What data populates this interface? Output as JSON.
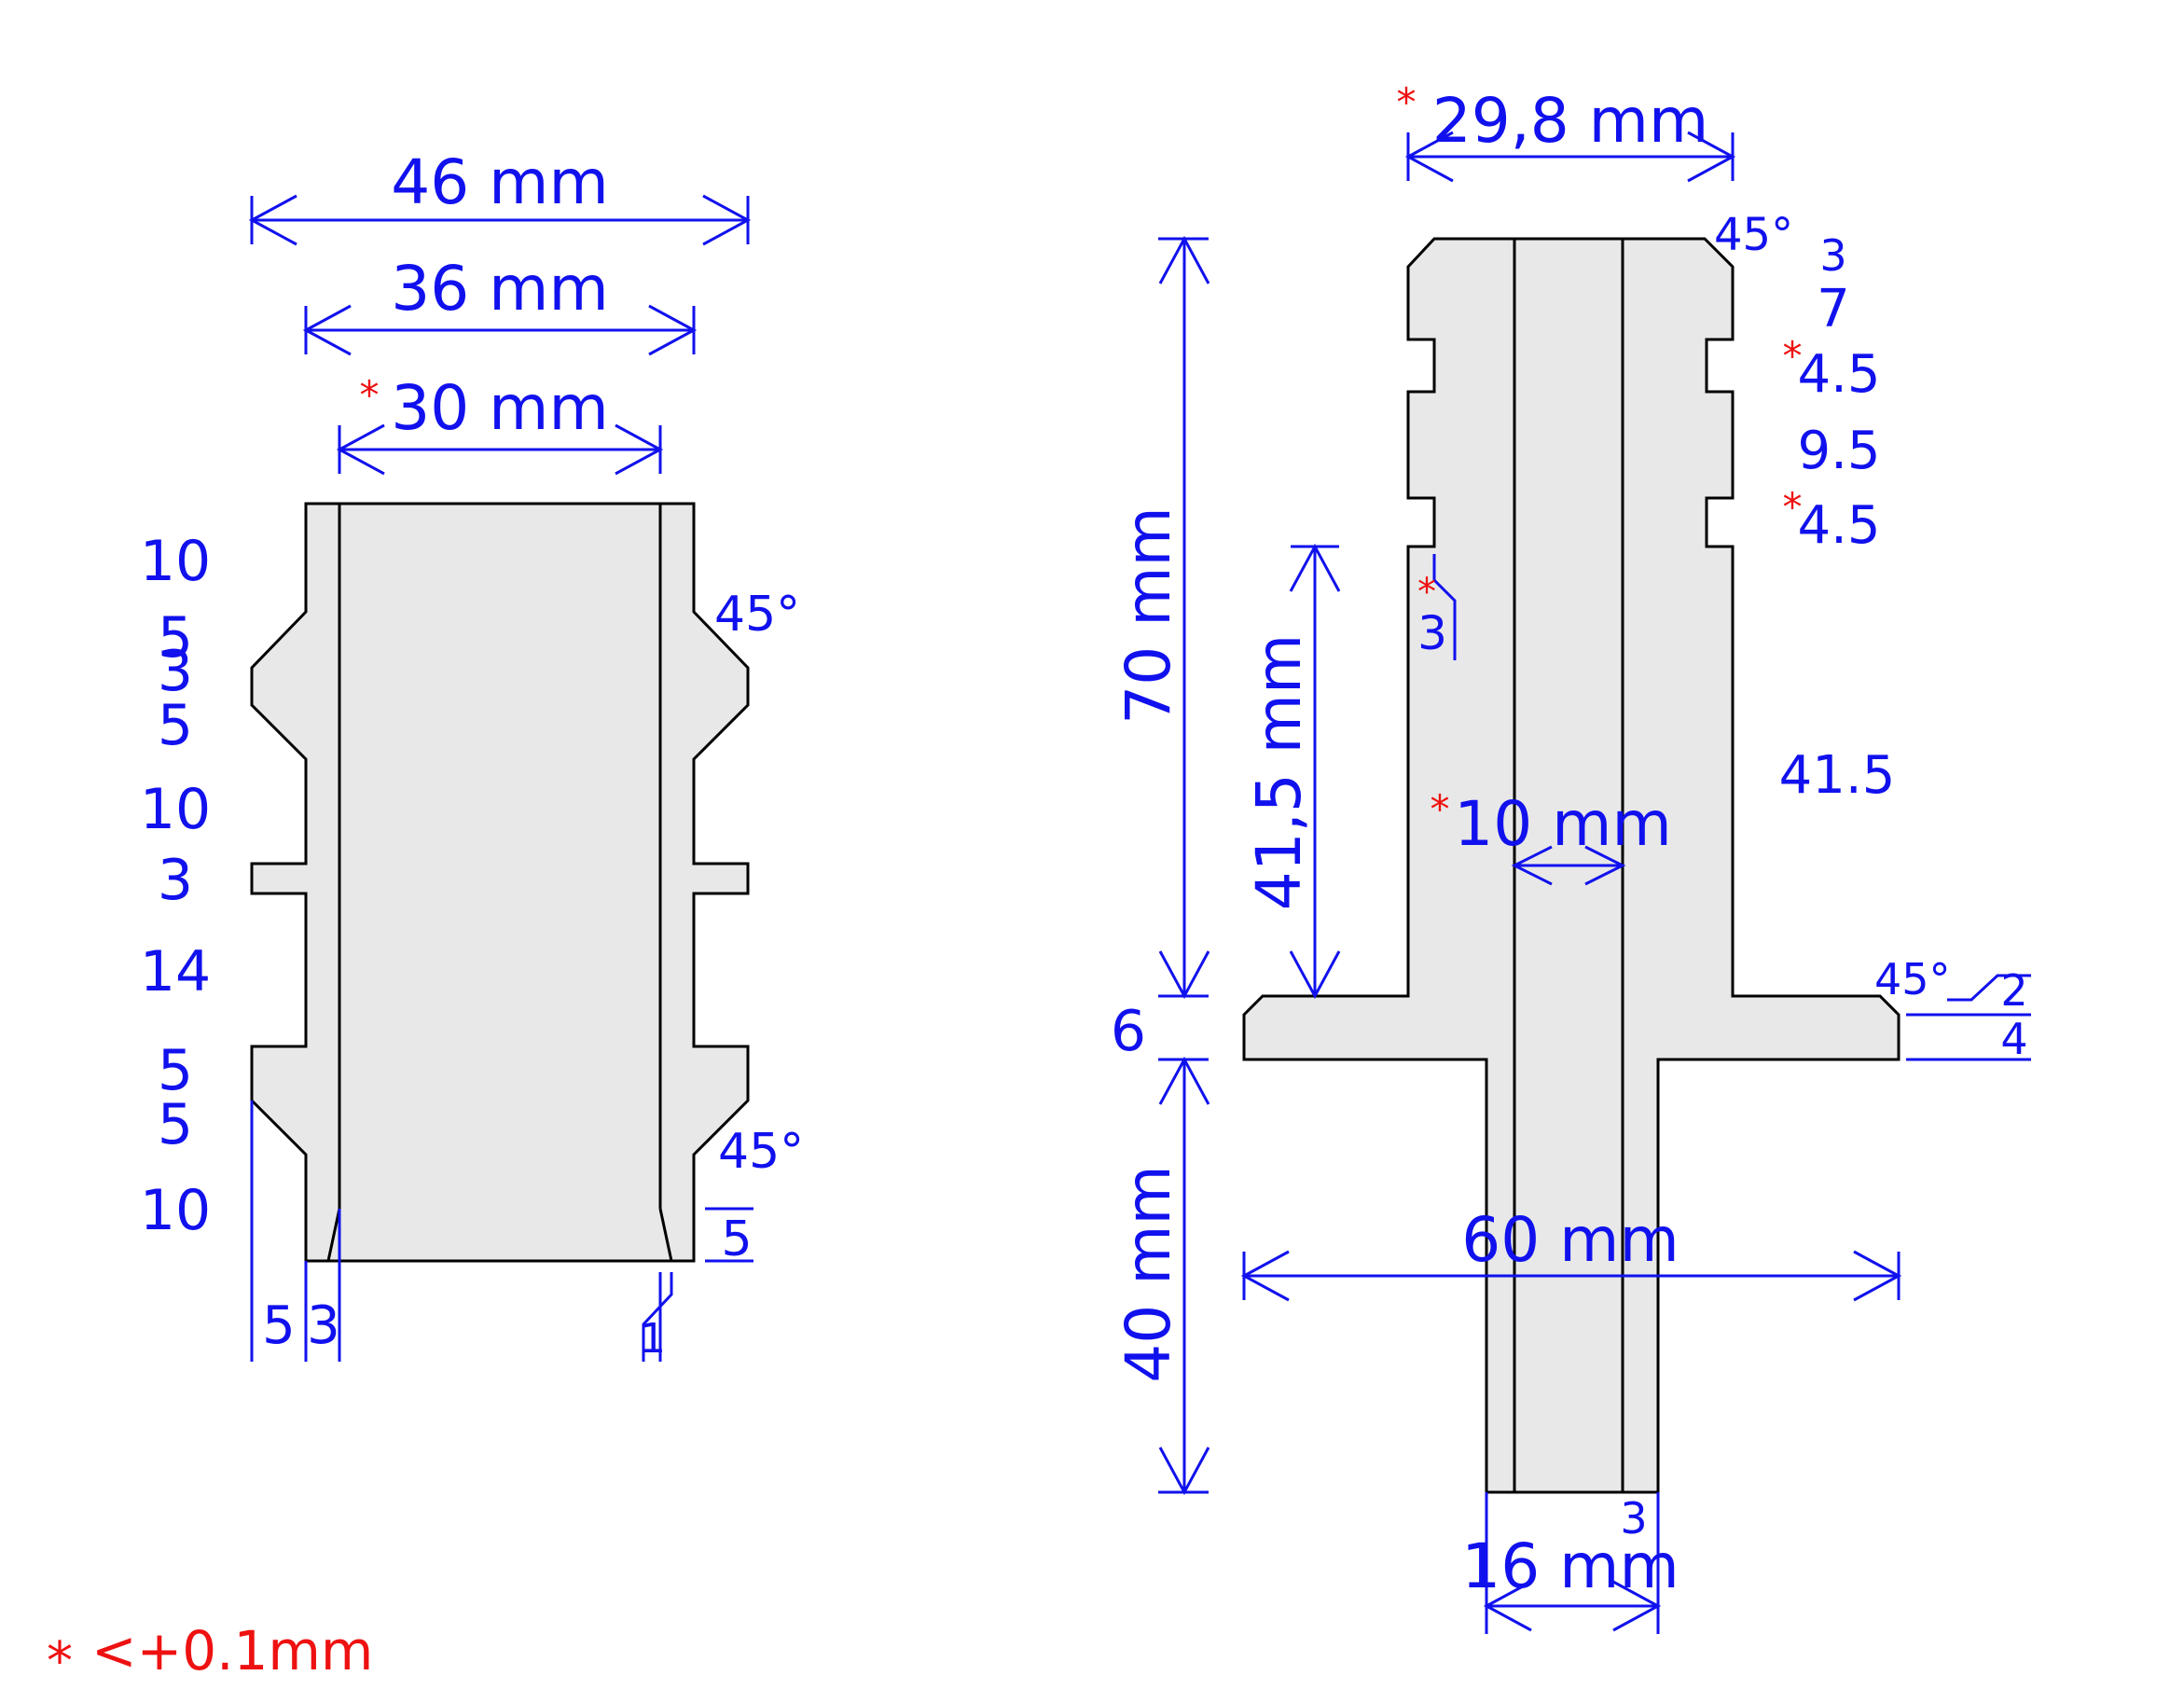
{
  "colors": {
    "dimension": "#1111ee",
    "tolerance": "#ee1111",
    "part_fill": "#e8e8e8",
    "outline": "#000000"
  },
  "tolerance_mark": "*",
  "legend": {
    "marker": "*",
    "text": "<+0.1mm"
  },
  "left_part": {
    "dim_46": "46 mm",
    "dim_36": "36 mm",
    "dim_30": "30 mm",
    "heights": [
      "10",
      "5",
      "3",
      "5",
      "10",
      "3",
      "14",
      "5",
      "5",
      "10"
    ],
    "angle_top": "45°",
    "angle_bottom": "45°",
    "bottom_5": "5",
    "bottom_3": "3",
    "bottom_1": "1",
    "side_5": "5"
  },
  "right_part": {
    "dim_29_8": "29,8 mm",
    "angle_top": "45°",
    "right_labels": [
      "3",
      "7",
      "4.5",
      "9.5",
      "4.5"
    ],
    "dim_70": "70 mm",
    "dim_41_5": "41,5 mm",
    "label_41_5": "41.5",
    "dim_10": "10 mm",
    "groove_3": "3",
    "dim_6": "6",
    "angle_flange": "45°",
    "flange_2": "2",
    "flange_4": "4",
    "dim_60": "60 mm",
    "dim_40": "40 mm",
    "dim_16": "16 mm",
    "bottom_3": "3"
  }
}
